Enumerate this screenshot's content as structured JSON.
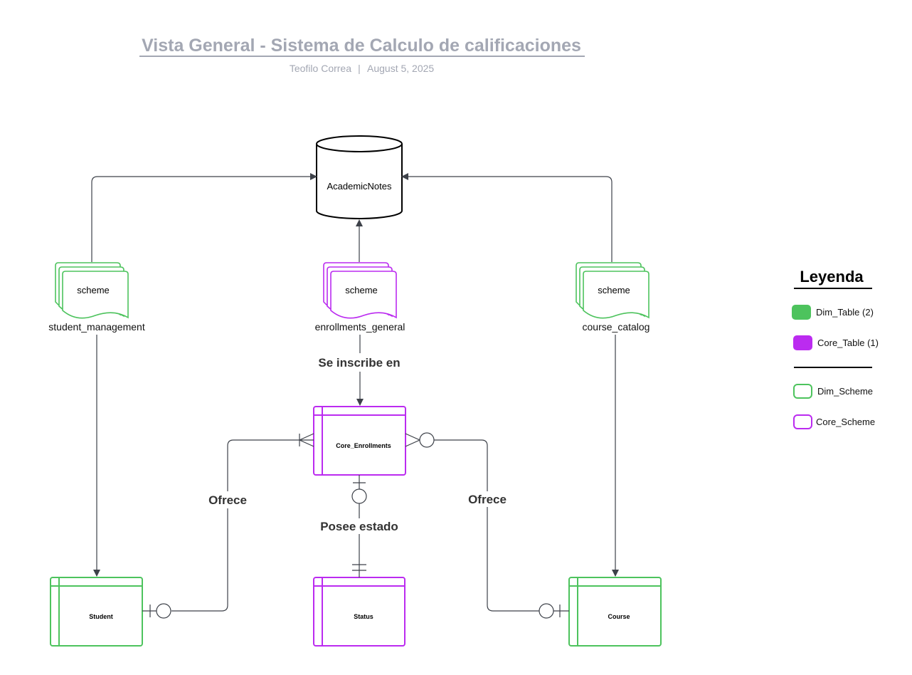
{
  "header": {
    "title": "Vista General - Sistema de Calculo de calificaciones",
    "author": "Teofilo Correa",
    "separator": "|",
    "date": "August 5, 2025"
  },
  "colors": {
    "dim": "#4dc35d",
    "core": "#bb2bf0",
    "line": "#3d4149",
    "header_text": "#a3a7b3"
  },
  "database": {
    "label": "AcademicNotes",
    "icon": "database-cylinder"
  },
  "schemes": {
    "student_management": {
      "label": "scheme",
      "caption": "student_management",
      "kind": "dim"
    },
    "enrollments_general": {
      "label": "scheme",
      "caption": "enrollments_general",
      "kind": "core"
    },
    "course_catalog": {
      "label": "scheme",
      "caption": "course_catalog",
      "kind": "dim"
    }
  },
  "tables": {
    "core_enrollments": {
      "label": "Core_Enrollments",
      "kind": "core"
    },
    "student": {
      "label": "Student",
      "kind": "dim"
    },
    "status": {
      "label": "Status",
      "kind": "core"
    },
    "course": {
      "label": "Course",
      "kind": "dim"
    }
  },
  "relations": {
    "se_inscribe_en": "Se inscribe en",
    "posee_estado": "Posee estado",
    "ofrece_student": "Ofrece",
    "ofrece_course": "Ofrece"
  },
  "legend": {
    "title": "Leyenda",
    "items": [
      {
        "label": "Dim_Table (2)",
        "style": "filled",
        "kind": "dim"
      },
      {
        "label": "Core_Table (1)",
        "style": "filled",
        "kind": "core"
      },
      {
        "label": "Dim_Scheme",
        "style": "outline",
        "kind": "dim"
      },
      {
        "label": "Core_Scheme",
        "style": "outline",
        "kind": "core"
      }
    ]
  }
}
